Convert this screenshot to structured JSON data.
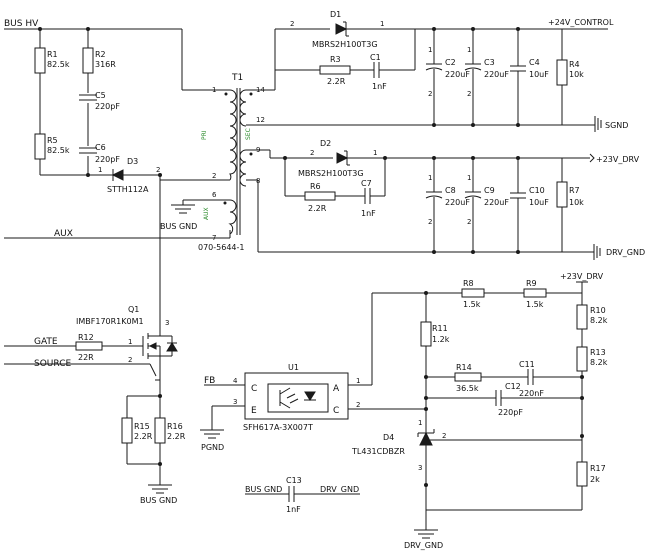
{
  "nets": {
    "bus_hv": "BUS HV",
    "v24_control": "+24V_CONTROL",
    "sgnd": "SGND",
    "v23_drv_top": "+23V_DRV",
    "drv_gnd_top": "DRV_GND",
    "aux": "AUX",
    "bus_gnd_t1": "BUS GND",
    "gate": "GATE",
    "source": "SOURCE",
    "bus_gnd_bottom": "BUS GND",
    "fb": "FB",
    "pgnd": "PGND",
    "v23_drv_right": "+23V_DRV",
    "drv_gnd_bottom": "DRV_GND",
    "c13_left": "BUS GND",
    "c13_right": "DRV_GND"
  },
  "parts": {
    "R1": {
      "ref": "R1",
      "value": "82.5k"
    },
    "R2": {
      "ref": "R2",
      "value": "316R"
    },
    "C5": {
      "ref": "C5",
      "value": "220pF"
    },
    "R5": {
      "ref": "R5",
      "value": "82.5k"
    },
    "C6": {
      "ref": "C6",
      "value": "220pF"
    },
    "D3": {
      "ref": "D3",
      "value": "STTH112A"
    },
    "T1": {
      "ref": "T1",
      "value": "070-5644-1",
      "pri": "PRI",
      "sec": "SEC",
      "aux": "AUX"
    },
    "D1": {
      "ref": "D1",
      "value": "MBRS2H100T3G"
    },
    "R3": {
      "ref": "R3",
      "value": "2.2R"
    },
    "C1": {
      "ref": "C1",
      "value": "1nF"
    },
    "C2": {
      "ref": "C2",
      "value": "220uF"
    },
    "C3": {
      "ref": "C3",
      "value": "220uF"
    },
    "C4": {
      "ref": "C4",
      "value": "10uF"
    },
    "R4": {
      "ref": "R4",
      "value": "10k"
    },
    "D2": {
      "ref": "D2",
      "value": "MBRS2H100T3G"
    },
    "R6": {
      "ref": "R6",
      "value": "2.2R"
    },
    "C7": {
      "ref": "C7",
      "value": "1nF"
    },
    "C8": {
      "ref": "C8",
      "value": "220uF"
    },
    "C9": {
      "ref": "C9",
      "value": "220uF"
    },
    "C10": {
      "ref": "C10",
      "value": "10uF"
    },
    "R7": {
      "ref": "R7",
      "value": "10k"
    },
    "Q1": {
      "ref": "Q1",
      "value": "IMBF170R1K0M1"
    },
    "R12": {
      "ref": "R12",
      "value": "22R"
    },
    "R15": {
      "ref": "R15",
      "value": "2.2R"
    },
    "R16": {
      "ref": "R16",
      "value": "2.2R"
    },
    "U1": {
      "ref": "U1",
      "value": "SFH617A-3X007T"
    },
    "R8": {
      "ref": "R8",
      "value": "1.5k"
    },
    "R9": {
      "ref": "R9",
      "value": "1.5k"
    },
    "R10": {
      "ref": "R10",
      "value": "8.2k"
    },
    "R11": {
      "ref": "R11",
      "value": "1.2k"
    },
    "R13": {
      "ref": "R13",
      "value": "8.2k"
    },
    "R14": {
      "ref": "R14",
      "value": "36.5k"
    },
    "C11": {
      "ref": "C11",
      "value": "220nF"
    },
    "C12": {
      "ref": "C12",
      "value": "220pF"
    },
    "D4": {
      "ref": "D4",
      "value": "TL431CDBZR"
    },
    "R17": {
      "ref": "R17",
      "value": "2k"
    },
    "C13": {
      "ref": "C13",
      "value": "1nF"
    }
  },
  "pins": {
    "t1_1": "1",
    "t1_2": "2",
    "t1_14": "14",
    "t1_12": "12",
    "t1_9": "9",
    "t1_8": "8",
    "t1_6": "6",
    "t1_7": "7",
    "d1_a": "2",
    "d1_k": "1",
    "d2_a": "2",
    "d2_k": "1",
    "d3_a": "1",
    "d3_k": "2",
    "q1_g": "1",
    "q1_s": "2",
    "q1_d": "3",
    "u1_a_pin": "1",
    "u1_c_pin": "2",
    "u1_e_pin": "3",
    "u1_col_pin": "4",
    "u1_a": "A",
    "u1_c": "C",
    "u1_e": "E",
    "u1_col": "C",
    "d4_k": "1",
    "d4_ref": "2",
    "d4_a": "3",
    "cap_pin1": "1",
    "cap_pin2": "2"
  }
}
